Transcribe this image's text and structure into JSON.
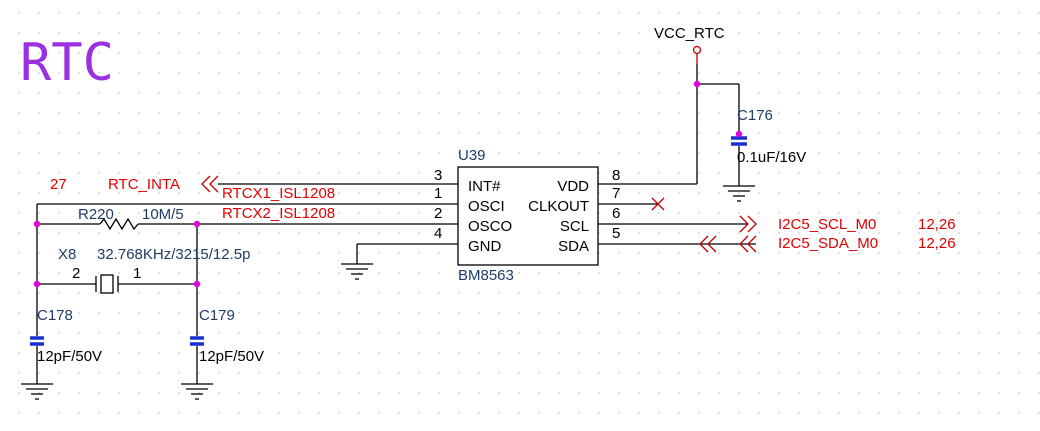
{
  "title": "RTC",
  "power": {
    "net": "VCC_RTC"
  },
  "ic": {
    "ref": "U39",
    "part": "BM8563",
    "pins": [
      {
        "num": "3",
        "name": "INT#"
      },
      {
        "num": "1",
        "name": "OSCI"
      },
      {
        "num": "2",
        "name": "OSCO"
      },
      {
        "num": "4",
        "name": "GND"
      },
      {
        "num": "8",
        "name": "VDD"
      },
      {
        "num": "7",
        "name": "CLKOUT"
      },
      {
        "num": "6",
        "name": "SCL"
      },
      {
        "num": "5",
        "name": "SDA"
      }
    ]
  },
  "nets": {
    "rtc_inta": "RTC_INTA",
    "rtc_inta_page": "27",
    "rtcx1": "RTCX1_ISL1208",
    "rtcx2": "RTCX2_ISL1208",
    "i2c_scl": "I2C5_SCL_M0",
    "i2c_scl_pages": "12,26",
    "i2c_sda": "I2C5_SDA_M0",
    "i2c_sda_pages": "12,26"
  },
  "components": {
    "r220": {
      "ref": "R220",
      "value": "10M/5"
    },
    "x8": {
      "ref": "X8",
      "value": "32.768KHz/3215/12.5p",
      "pin_left": "2",
      "pin_right": "1"
    },
    "c176": {
      "ref": "C176",
      "value": "0.1uF/16V"
    },
    "c178": {
      "ref": "C178",
      "value": "12pF/50V"
    },
    "c179": {
      "ref": "C179",
      "value": "12pF/50V"
    }
  },
  "colors": {
    "wire": "#000000",
    "net_label": "#e00000",
    "title": "#9b30e0",
    "junction": "#e000e0",
    "capacitor": "#1a2fd0",
    "grid_dot": "#c8c8c8"
  }
}
